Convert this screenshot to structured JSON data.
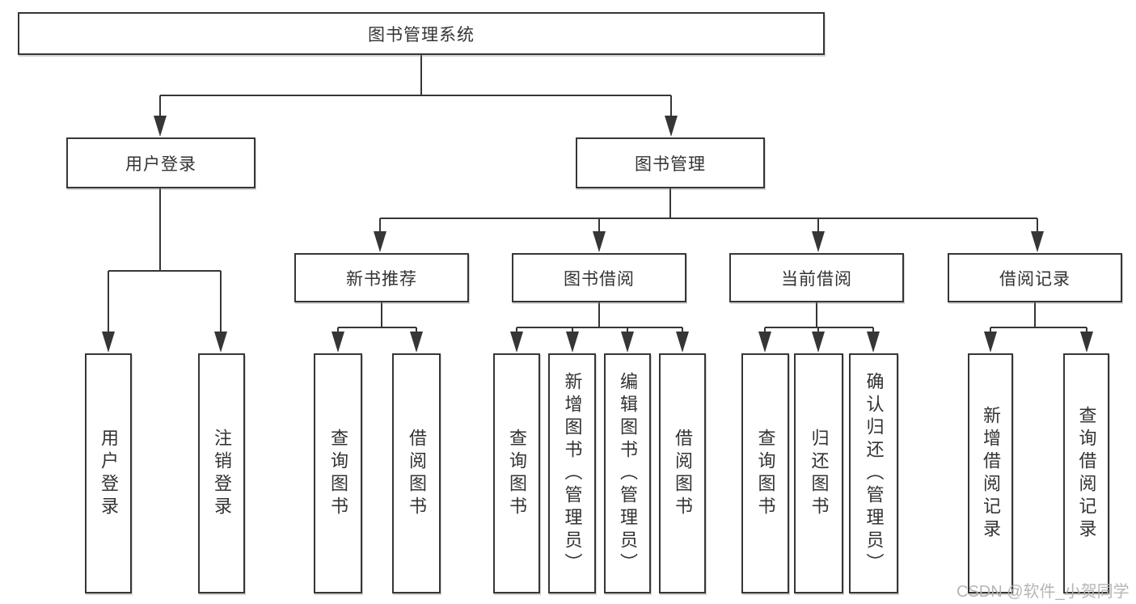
{
  "diagram_type": "hierarchy-tree",
  "colors": {
    "background": "#ffffff",
    "line": "#363636",
    "box_border": "#363636",
    "text": "#333333",
    "watermark": "#b2b2b2"
  },
  "tree": {
    "root": {
      "label": "图书管理系统"
    },
    "branches": [
      {
        "label": "用户登录",
        "children": [
          {
            "label": "用户登录"
          },
          {
            "label": "注销登录"
          }
        ]
      },
      {
        "label": "图书管理",
        "groups": [
          {
            "label": "新书推荐",
            "children": [
              {
                "label": "查询图书"
              },
              {
                "label": "借阅图书"
              }
            ]
          },
          {
            "label": "图书借阅",
            "children": [
              {
                "label": "查询图书"
              },
              {
                "label": "新增图书（管理员）"
              },
              {
                "label": "编辑图书（管理员）"
              },
              {
                "label": "借阅图书"
              }
            ]
          },
          {
            "label": "当前借阅",
            "children": [
              {
                "label": "查询图书"
              },
              {
                "label": "归还图书"
              },
              {
                "label": "确认归还（管理员）"
              }
            ]
          },
          {
            "label": "借阅记录",
            "children": [
              {
                "label": "新增借阅记录"
              },
              {
                "label": "查询借阅记录"
              }
            ]
          }
        ]
      }
    ]
  },
  "watermark": {
    "text": "CSDN @软件_小贺同学"
  }
}
